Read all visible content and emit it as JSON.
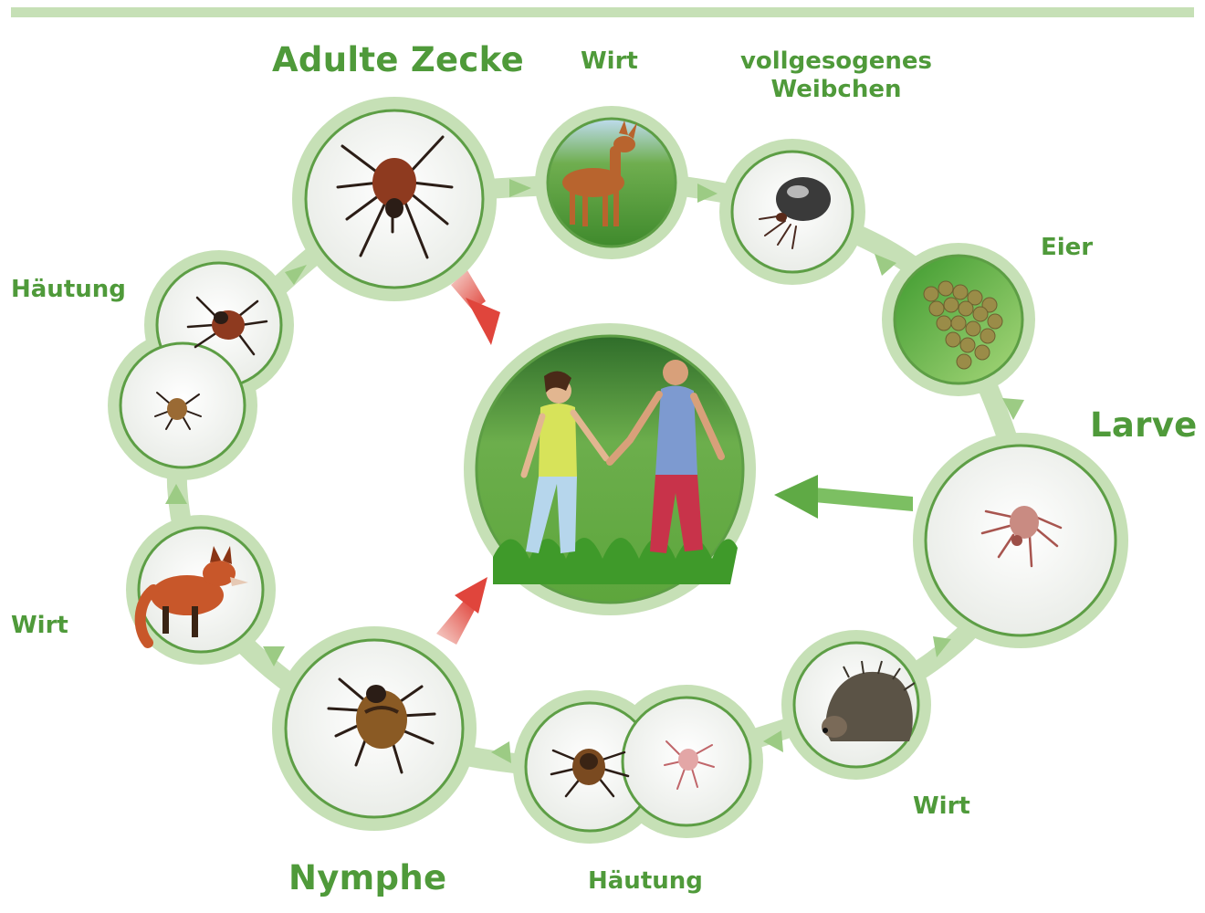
{
  "labels": {
    "adult_tick": "Adulte Zecke",
    "host_top": "Wirt",
    "engorged_female_line1": "vollgesogenes",
    "engorged_female_line2": "Weibchen",
    "eggs": "Eier",
    "larva": "Larve",
    "host_bottom_right": "Wirt",
    "molt_bottom": "Häutung",
    "nymph": "Nymphe",
    "host_left": "Wirt",
    "molt_left": "Häutung"
  },
  "icons": {
    "adult_tick": "tick-icon",
    "host_top": "deer-icon",
    "engorged_female": "engorged-tick-icon",
    "eggs": "egg-cluster-icon",
    "larva": "larva-icon",
    "host_bottom_right": "hedgehog-icon",
    "molt_bottom": "molting-tick-icon",
    "nymph": "nymph-icon",
    "host_left": "fox-icon",
    "molt_left": "molting-tick-icon",
    "center": "people-walking-icon"
  },
  "colors": {
    "label_green": "#4f9a3a",
    "ring_green": "#c6e0b6",
    "ring_stroke": "#5d9e45",
    "flow_arrow": "#9ccb84",
    "infection_arrow": "#e0453c",
    "larva_arrow": "#7cbf62"
  }
}
